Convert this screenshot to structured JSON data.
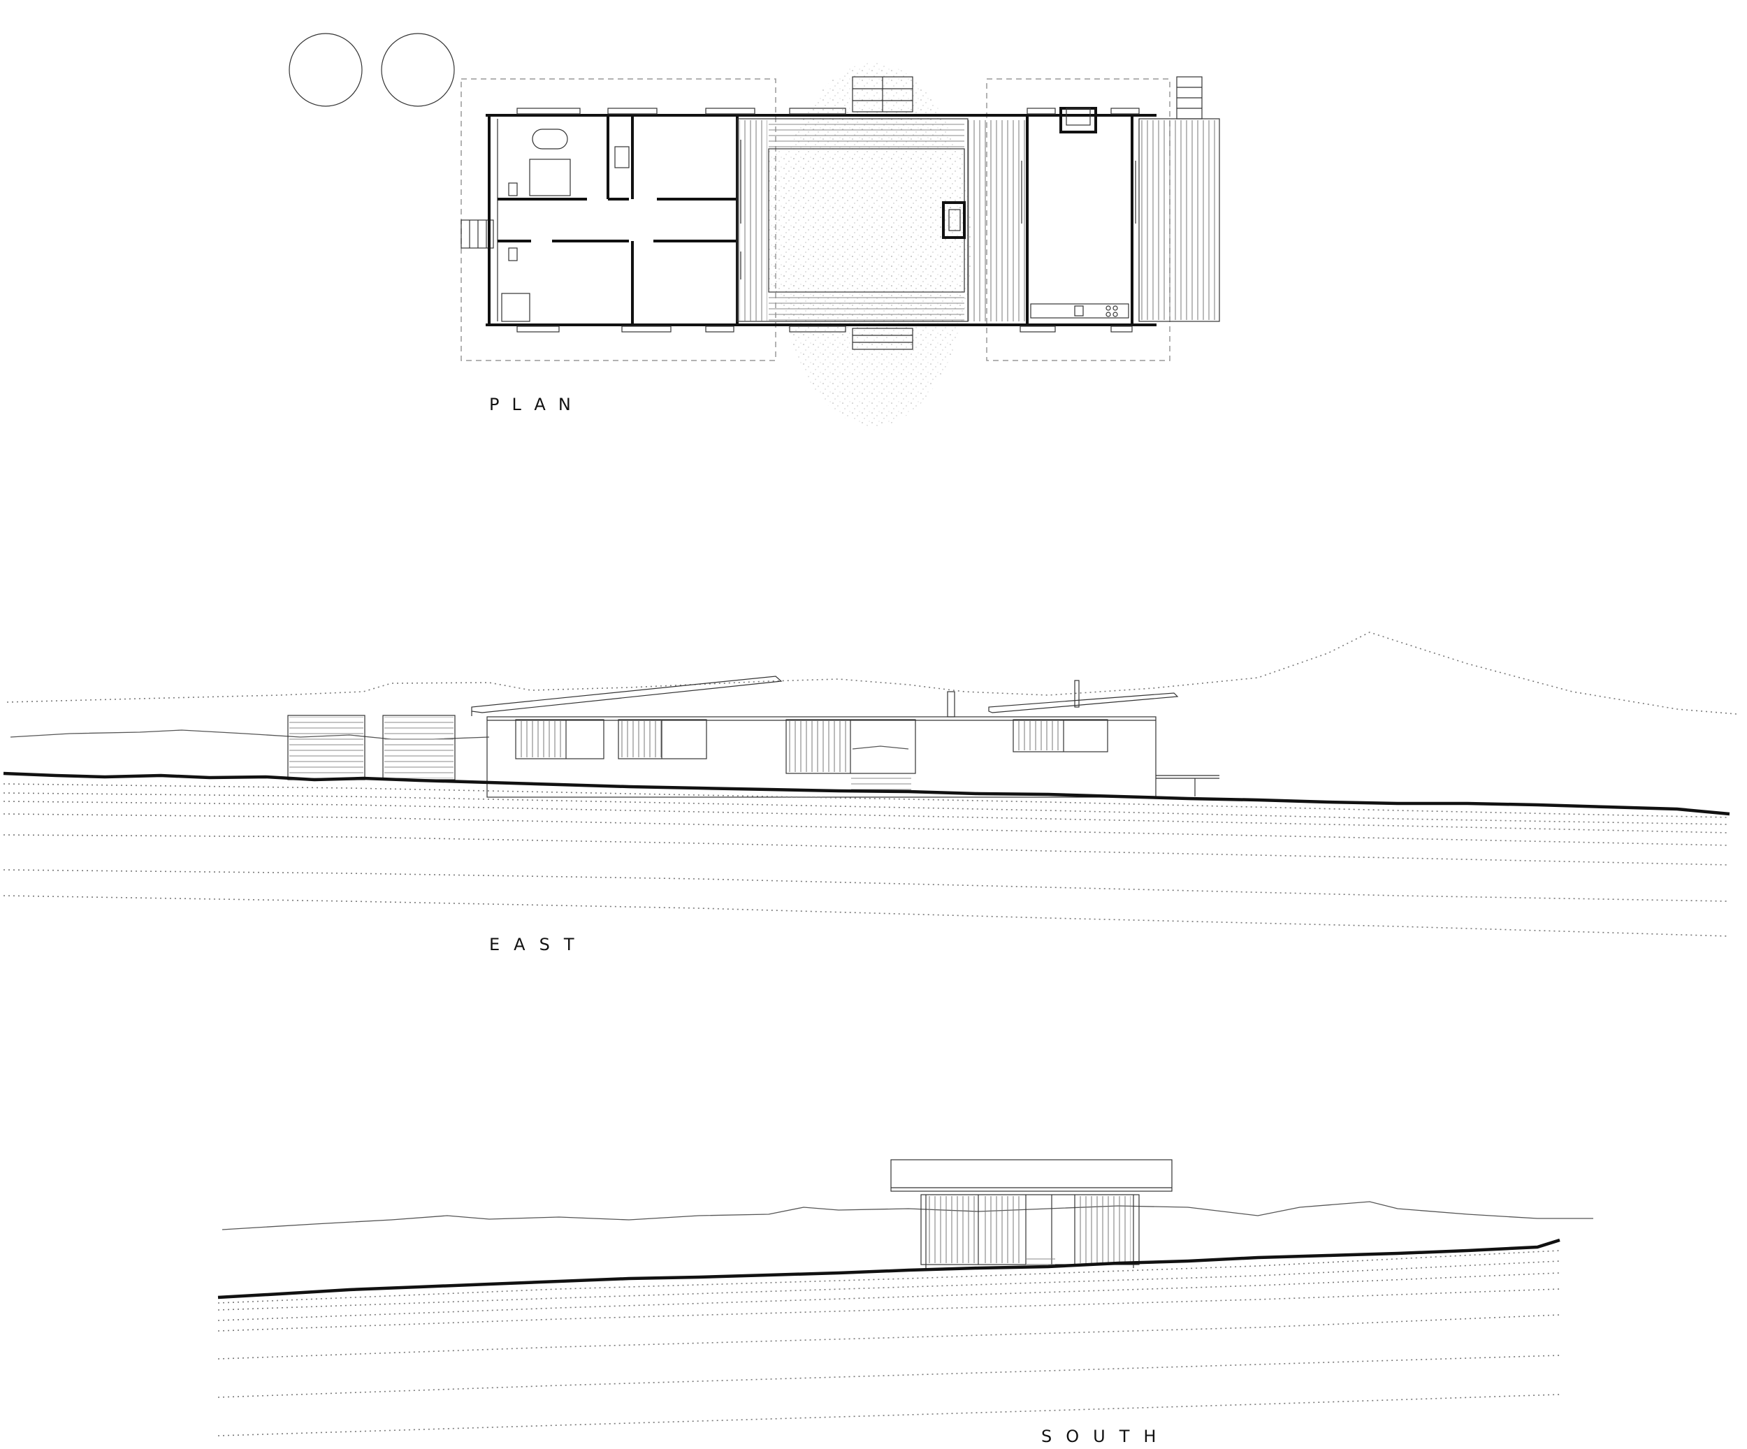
{
  "labels": {
    "plan": "PLAN",
    "east": "EAST",
    "south": "SOUTH"
  },
  "colors": {
    "line": "#222222",
    "background": "#ffffff"
  }
}
